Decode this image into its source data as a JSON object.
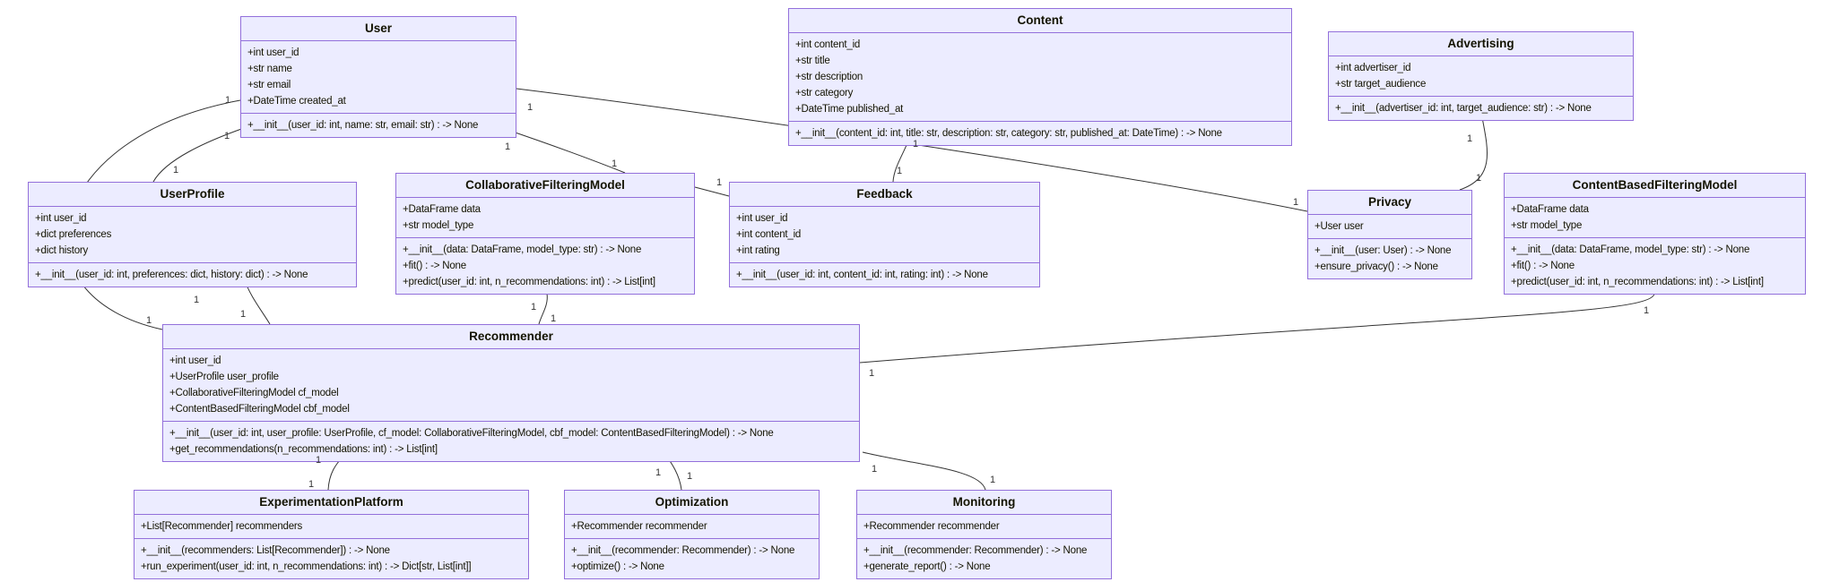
{
  "diagram": {
    "kind": "uml-class-diagram",
    "colors": {
      "class_fill": "#ECECFF",
      "class_border": "#9370DB",
      "connector": "#333333",
      "text": "#131300",
      "background": "#ffffff"
    }
  },
  "classes": [
    {
      "name": "User",
      "attributes": [
        "+int user_id",
        "+str name",
        "+str email",
        "+DateTime created_at"
      ],
      "methods": [
        "+__init__(user_id: int, name: str, email: str) : -> None"
      ]
    },
    {
      "name": "Content",
      "attributes": [
        "+int content_id",
        "+str title",
        "+str description",
        "+str category",
        "+DateTime published_at"
      ],
      "methods": [
        "+__init__(content_id: int, title: str, description: str, category: str, published_at: DateTime) : -> None"
      ]
    },
    {
      "name": "Advertising",
      "attributes": [
        "+int advertiser_id",
        "+str target_audience"
      ],
      "methods": [
        "+__init__(advertiser_id: int, target_audience: str) : -> None"
      ]
    },
    {
      "name": "UserProfile",
      "attributes": [
        "+int user_id",
        "+dict preferences",
        "+dict history"
      ],
      "methods": [
        "+__init__(user_id: int, preferences: dict, history: dict) : -> None"
      ]
    },
    {
      "name": "CollaborativeFilteringModel",
      "attributes": [
        "+DataFrame data",
        "+str model_type"
      ],
      "methods": [
        "+__init__(data: DataFrame, model_type: str) : -> None",
        "+fit() : -> None",
        "+predict(user_id: int, n_recommendations: int) : -> List[int]"
      ]
    },
    {
      "name": "Feedback",
      "attributes": [
        "+int user_id",
        "+int content_id",
        "+int rating"
      ],
      "methods": [
        "+__init__(user_id: int, content_id: int, rating: int) : -> None"
      ]
    },
    {
      "name": "Privacy",
      "attributes": [
        "+User user"
      ],
      "methods": [
        "+__init__(user: User) : -> None",
        "+ensure_privacy() : -> None"
      ]
    },
    {
      "name": "ContentBasedFilteringModel",
      "attributes": [
        "+DataFrame data",
        "+str model_type"
      ],
      "methods": [
        "+__init__(data: DataFrame, model_type: str) : -> None",
        "+fit() : -> None",
        "+predict(user_id: int, n_recommendations: int) : -> List[int]"
      ]
    },
    {
      "name": "Recommender",
      "attributes": [
        "+int user_id",
        "+UserProfile user_profile",
        "+CollaborativeFilteringModel cf_model",
        "+ContentBasedFilteringModel cbf_model"
      ],
      "methods": [
        "+__init__(user_id: int, user_profile: UserProfile, cf_model: CollaborativeFilteringModel, cbf_model: ContentBasedFilteringModel) : -> None",
        "+get_recommendations(n_recommendations: int) : -> List[int]"
      ]
    },
    {
      "name": "ExperimentationPlatform",
      "attributes": [
        "+List[Recommender] recommenders"
      ],
      "methods": [
        "+__init__(recommenders: List[Recommender]) : -> None",
        "+run_experiment(user_id: int, n_recommendations: int) : -> Dict[str, List[int]]"
      ]
    },
    {
      "name": "Optimization",
      "attributes": [
        "+Recommender recommender"
      ],
      "methods": [
        "+__init__(recommender: Recommender) : -> None",
        "+optimize() : -> None"
      ]
    },
    {
      "name": "Monitoring",
      "attributes": [
        "+Recommender recommender"
      ],
      "methods": [
        "+__init__(recommender: Recommender) : -> None",
        "+generate_report() : -> None"
      ]
    }
  ],
  "associations": [
    {
      "from": "User",
      "to": "UserProfile",
      "labels": [
        "1",
        "1"
      ]
    },
    {
      "from": "User",
      "to": "CollaborativeFilteringModel",
      "labels": [
        "1",
        "1"
      ]
    },
    {
      "from": "User",
      "to": "Privacy",
      "labels": [
        "1",
        "1"
      ]
    },
    {
      "from": "User",
      "to": "Recommender",
      "labels": [
        "1",
        "1"
      ]
    },
    {
      "from": "CollaborativeFilteringModel",
      "to": "Feedback",
      "labels": [
        "1"
      ]
    },
    {
      "from": "Content",
      "to": "Feedback",
      "labels": [
        "1",
        "1"
      ]
    },
    {
      "from": "Advertising",
      "to": "Privacy",
      "labels": [
        "1",
        "1"
      ]
    },
    {
      "from": "UserProfile",
      "to": "Recommender",
      "labels": [
        "1",
        "1"
      ]
    },
    {
      "from": "CollaborativeFilteringModel",
      "to": "Recommender",
      "labels": [
        "1",
        "1"
      ]
    },
    {
      "from": "ContentBasedFilteringModel",
      "to": "Recommender",
      "labels": [
        "1",
        "1"
      ]
    },
    {
      "from": "Recommender",
      "to": "ExperimentationPlatform",
      "labels": [
        "1",
        "1"
      ]
    },
    {
      "from": "Recommender",
      "to": "Optimization",
      "labels": [
        "1",
        "1"
      ]
    },
    {
      "from": "Recommender",
      "to": "Monitoring",
      "labels": [
        "1",
        "1"
      ]
    }
  ]
}
